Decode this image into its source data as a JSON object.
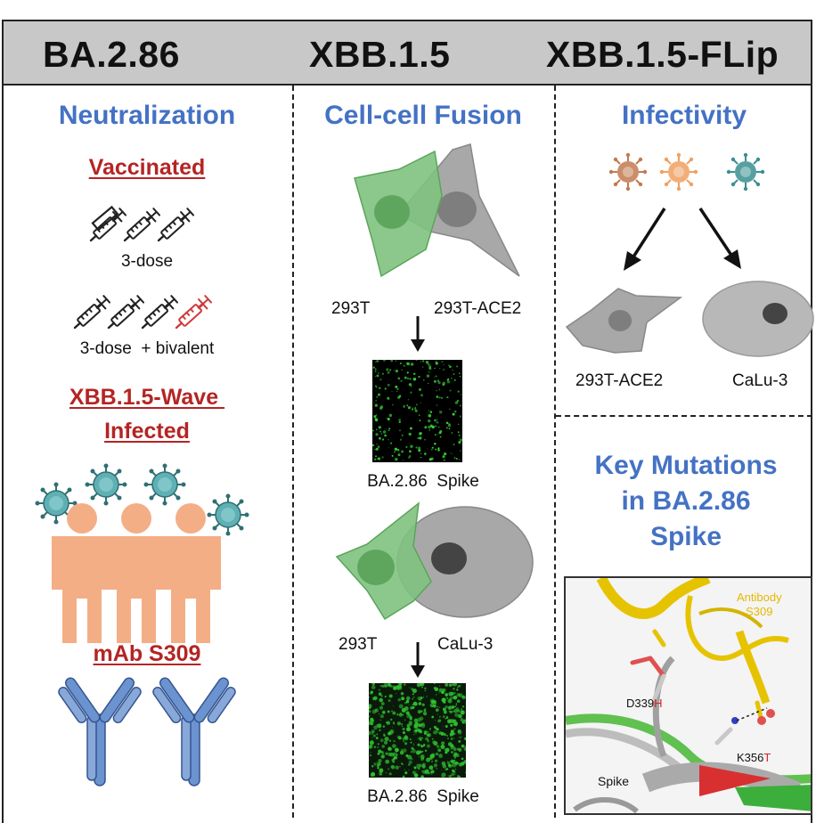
{
  "header": {
    "variants": [
      "BA.2.86",
      "XBB.1.5",
      "XBB.1.5-FLip"
    ]
  },
  "neutralization": {
    "title": "Neutralization",
    "vaccinated_heading": "Vaccinated",
    "dose3_label": "3-dose",
    "dose3_bivalent_label": "3-dose  + bivalent",
    "infected_heading_line1": "XBB.1.5-Wave ",
    "infected_heading_line2": "Infected",
    "mab_heading": "mAb S309"
  },
  "fusion": {
    "title": "Cell-cell Fusion",
    "pair1_left": "293T",
    "pair1_right": "293T-ACE2",
    "result1_label": "BA.2.86  Spike",
    "pair2_left": "293T",
    "pair2_right": "CaLu-3",
    "result2_label": "BA.2.86  Spike"
  },
  "infectivity": {
    "title": "Infectivity",
    "cell1_label": "293T-ACE2",
    "cell2_label": "CaLu-3"
  },
  "key_mutations": {
    "title_line1": "Key Mutations",
    "title_line2": "in BA.2.86",
    "title_line3": "Spike",
    "antibody_line1": "Antibody",
    "antibody_line2": "S309",
    "mut1_prefix": "D339",
    "mut1_suffix": "H",
    "mut2_prefix": "K356",
    "mut2_suffix": "T",
    "spike_label": "Spike"
  },
  "colors": {
    "title_blue": "#4472c4",
    "heading_red": "#b52424",
    "cell_green": "#7fc27f",
    "cell_gray": "#a8a8a8",
    "human_orange": "#f4ae86",
    "antibody_blue": "#5b84c4",
    "antibody_yellow": "#e6c300"
  }
}
